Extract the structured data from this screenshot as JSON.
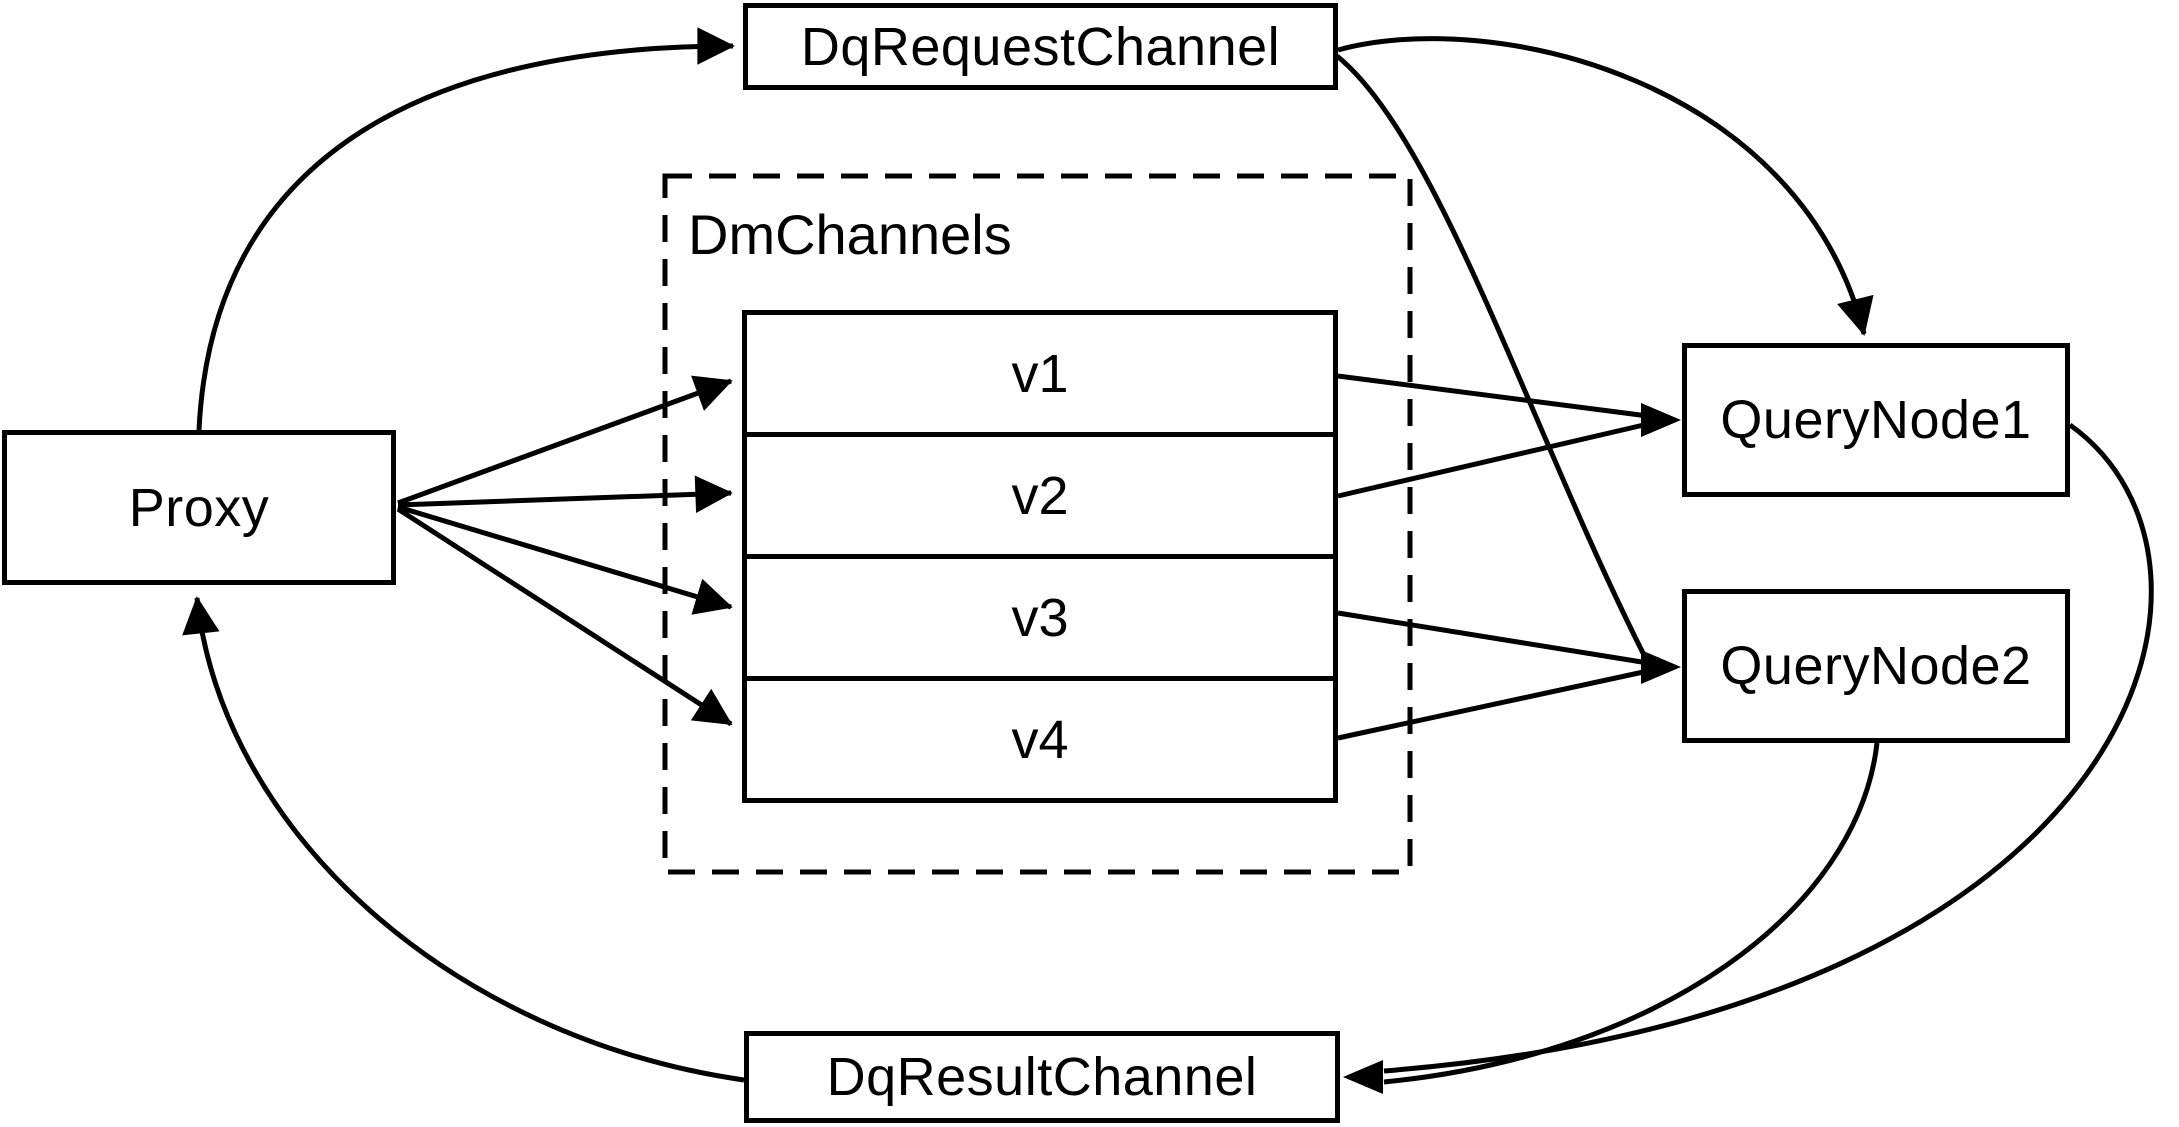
{
  "diagram": {
    "title_note": "",
    "colors": {
      "stroke": "#000000",
      "node_fill": "#ffffff",
      "background": "#ffffff"
    },
    "nodes": {
      "proxy": {
        "label": "Proxy"
      },
      "dq_request_channel": {
        "label": "DqRequestChannel"
      },
      "dm_channels": {
        "label": "DmChannels",
        "rows": [
          {
            "label": "v1"
          },
          {
            "label": "v2"
          },
          {
            "label": "v3"
          },
          {
            "label": "v4"
          }
        ]
      },
      "query_node_1": {
        "label": "QueryNode1"
      },
      "query_node_2": {
        "label": "QueryNode2"
      },
      "dq_result_channel": {
        "label": "DqResultChannel"
      }
    },
    "edges": [
      {
        "from": "Proxy",
        "to": "DqRequestChannel"
      },
      {
        "from": "DqRequestChannel",
        "to": "QueryNode1"
      },
      {
        "from": "DqRequestChannel",
        "to": "QueryNode2"
      },
      {
        "from": "Proxy",
        "to": "v1"
      },
      {
        "from": "Proxy",
        "to": "v2"
      },
      {
        "from": "Proxy",
        "to": "v3"
      },
      {
        "from": "Proxy",
        "to": "v4"
      },
      {
        "from": "v1",
        "to": "QueryNode1"
      },
      {
        "from": "v2",
        "to": "QueryNode1"
      },
      {
        "from": "v3",
        "to": "QueryNode2"
      },
      {
        "from": "v4",
        "to": "QueryNode2"
      },
      {
        "from": "QueryNode1",
        "to": "DqResultChannel"
      },
      {
        "from": "QueryNode2",
        "to": "DqResultChannel"
      },
      {
        "from": "DqResultChannel",
        "to": "Proxy"
      }
    ]
  }
}
